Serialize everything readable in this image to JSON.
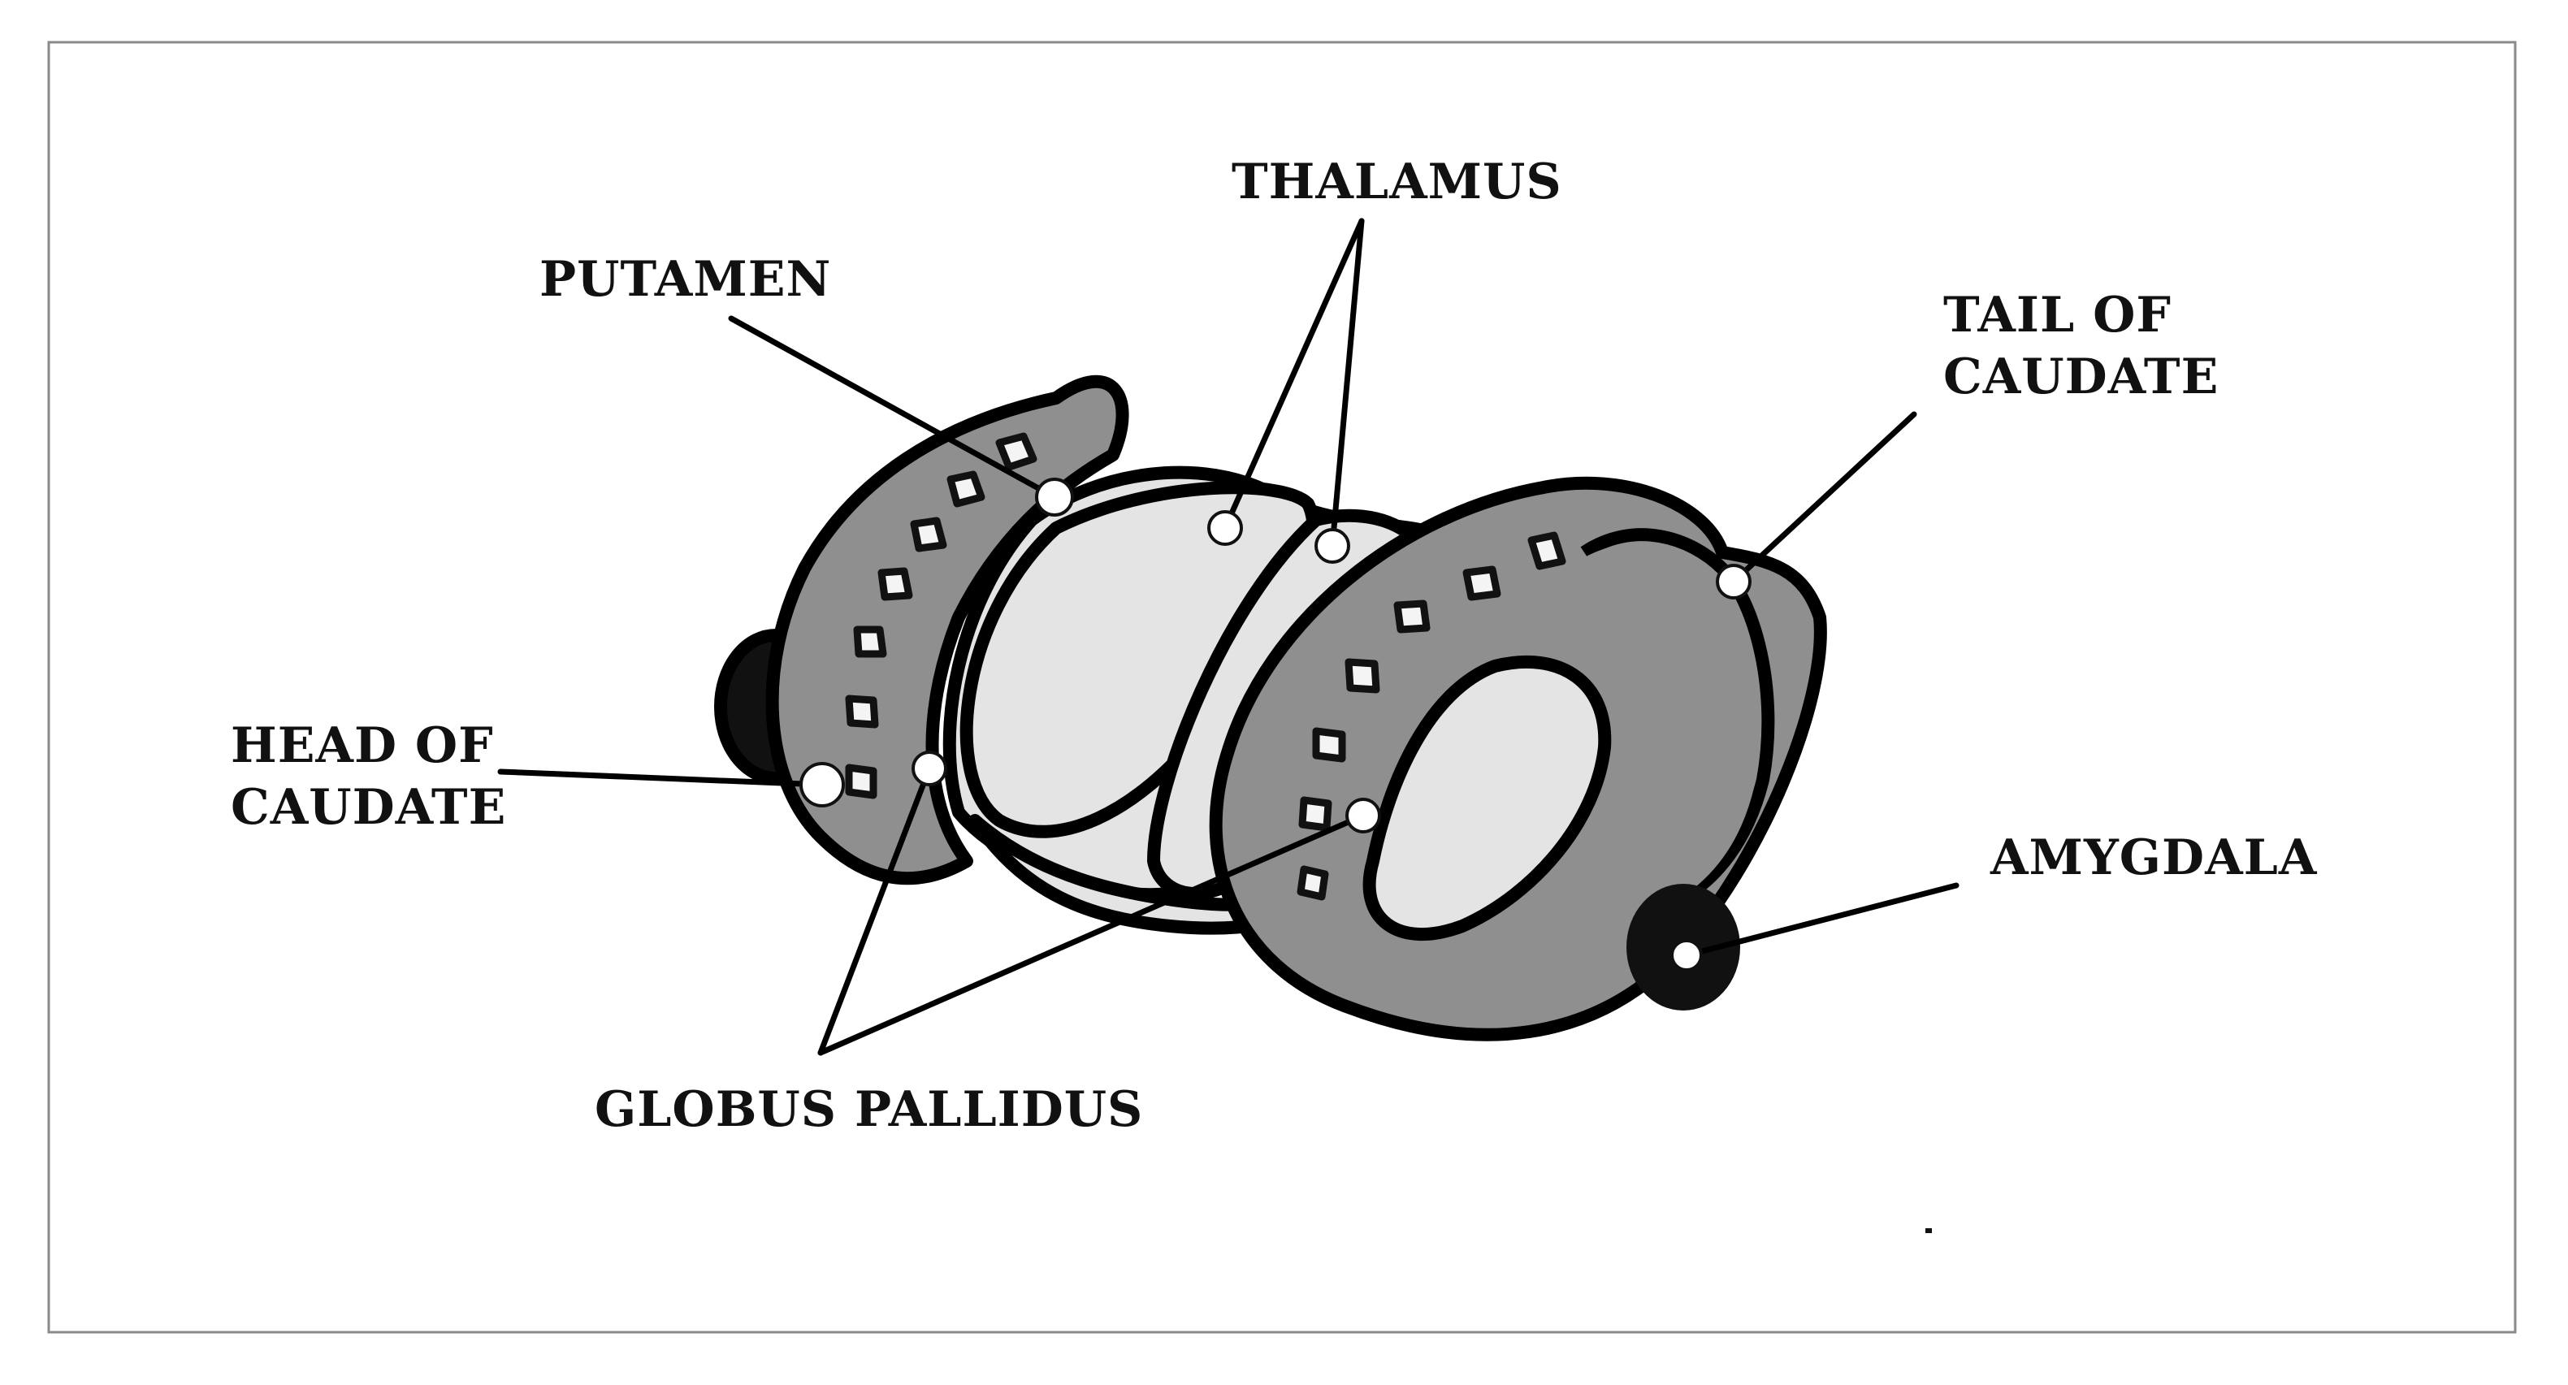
{
  "diagram": {
    "colors": {
      "outline": "#000000",
      "caudate_fill": "#8f8f8f",
      "nuclei_fill": "#e4e4e4",
      "dark_mass": "#111111",
      "background": "#ffffff"
    },
    "labels": {
      "thalamus": "THALAMUS",
      "putamen": "PUTAMEN",
      "tail_of_caudate_line1": "TAIL OF",
      "tail_of_caudate_line2": "CAUDATE",
      "head_of_caudate_line1": "HEAD OF",
      "head_of_caudate_line2": "CAUDATE",
      "amygdala": "AMYGDALA",
      "globus_pallidus": "GLOBUS PALLIDUS"
    }
  }
}
